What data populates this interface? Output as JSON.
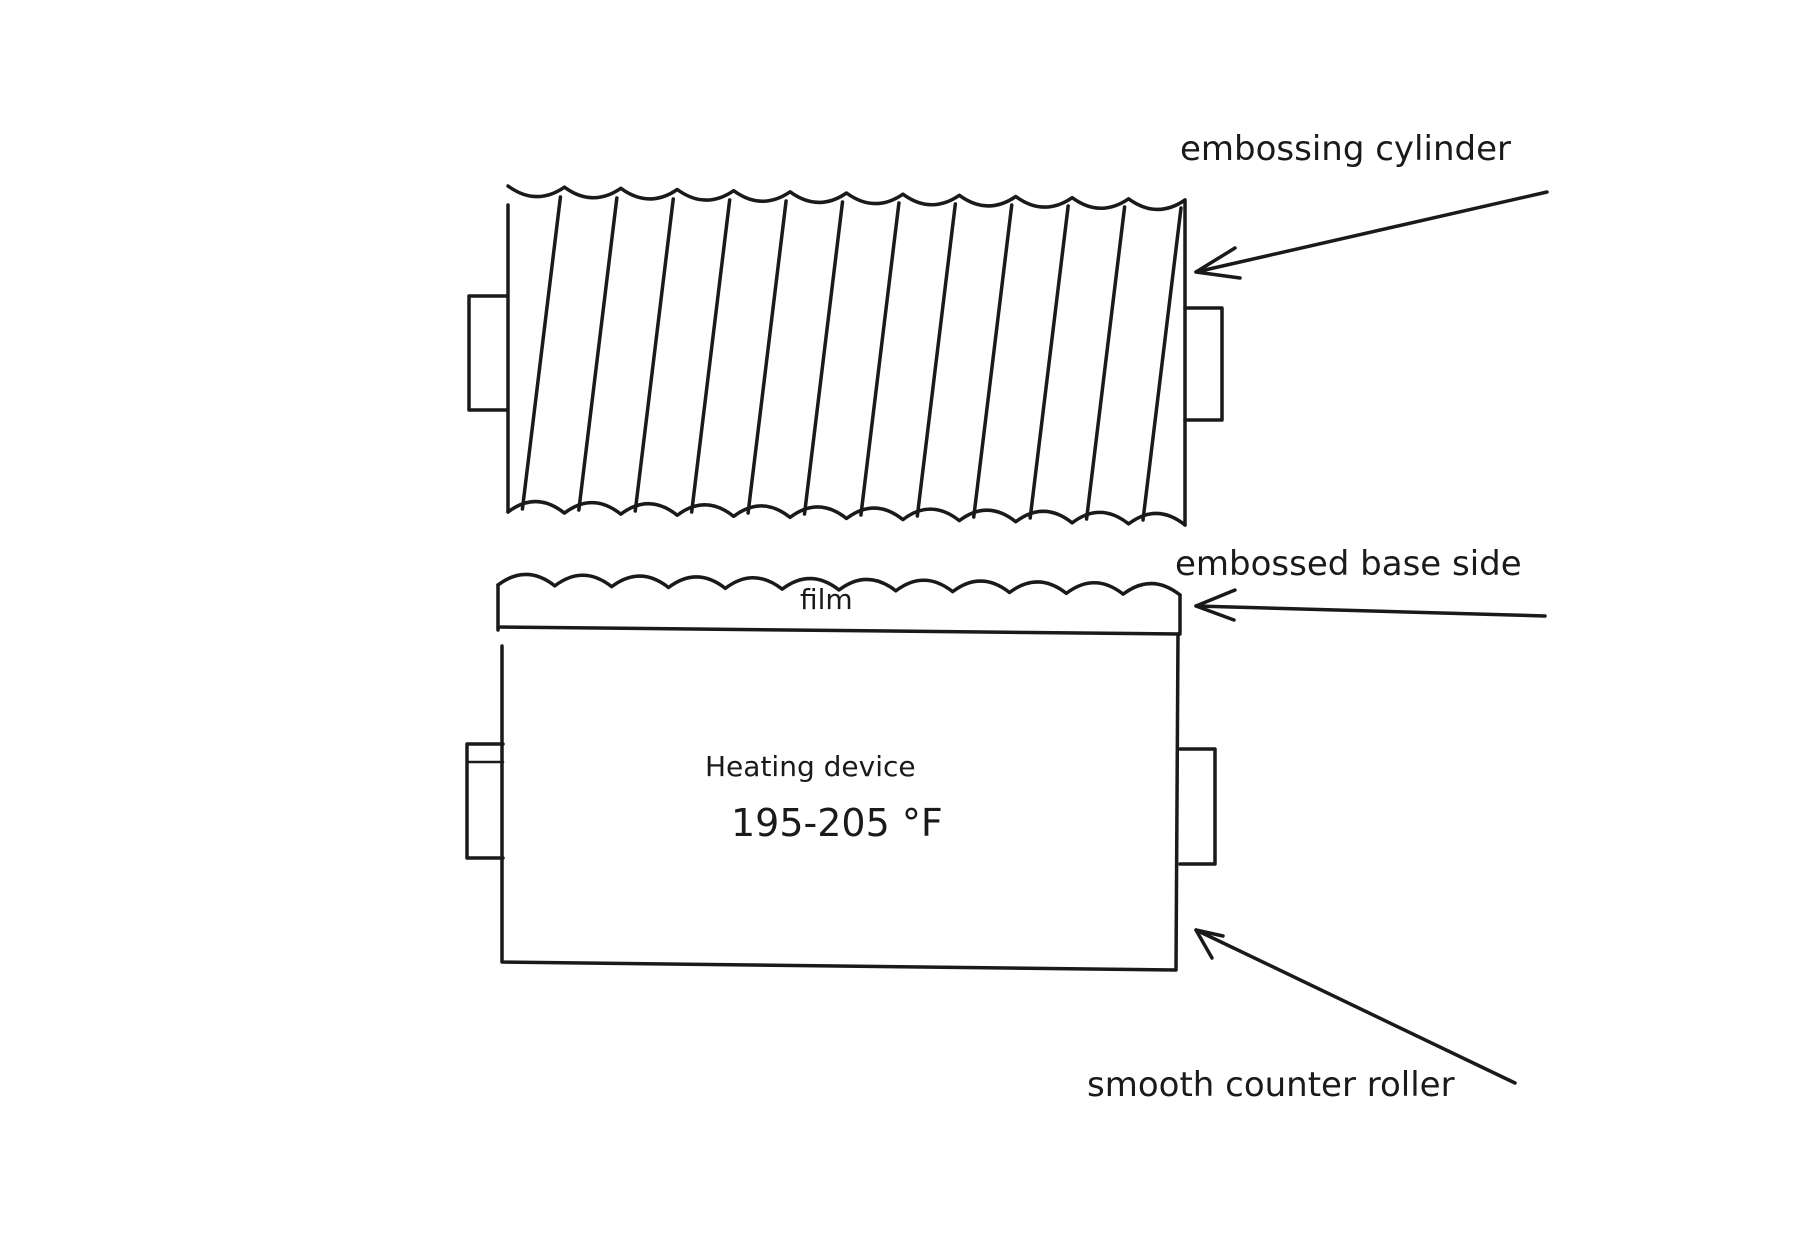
{
  "labels": {
    "embossing_cylinder": "embossing cylinder",
    "embossed_base_side": "embossed base side",
    "film": "film",
    "heating_device": "Heating device",
    "temperature": "195-205 °F",
    "smooth_counter_roller": "smooth counter roller"
  },
  "colors": {
    "ink": "#1a1a1a",
    "background": "#ffffff"
  }
}
